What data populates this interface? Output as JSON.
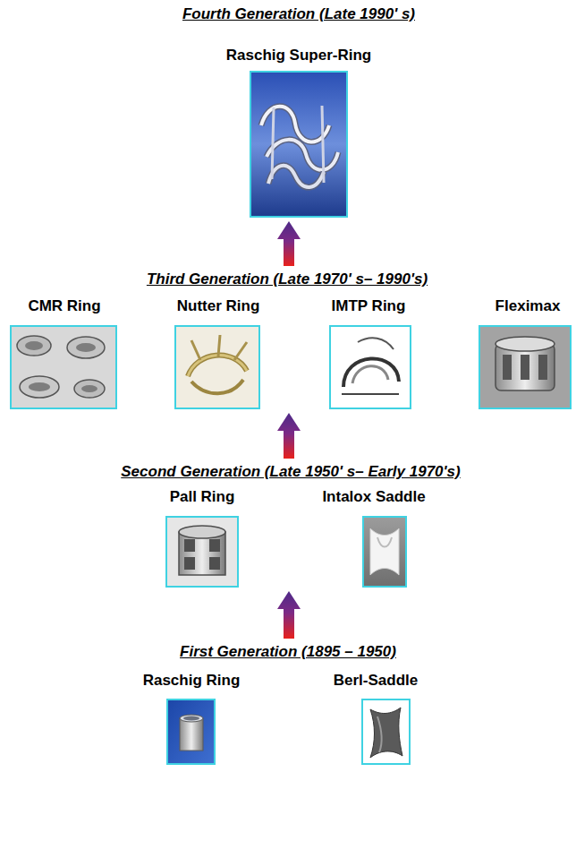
{
  "diagram": {
    "nodes": [
      {
        "text": [
          "Fourth Generation (Late 1990' s)"
        ]
      },
      {
        "text": [
          "Raschig Super-Ring"
        ],
        "in": 0
      },
      {
        "text": [
          "Third Generation (Late 1970' s– 1990's)"
        ]
      },
      {
        "text": [
          "CMR Ring"
        ],
        "in": 2
      },
      {
        "text": [
          "Nutter Ring"
        ],
        "in": 2
      },
      {
        "text": [
          "IMTP Ring"
        ],
        "in": 2
      },
      {
        "text": [
          "Fleximax"
        ],
        "in": 2
      },
      {
        "text": [
          "Second Generation (Late 1950' s– Early 1970's)"
        ]
      },
      {
        "text": [
          "Pall Ring"
        ],
        "in": 7
      },
      {
        "text": [
          "Intalox Saddle"
        ],
        "in": 7
      },
      {
        "text": [
          "First Generation (1895 – 1950)"
        ]
      },
      {
        "text": [
          "Raschig Ring"
        ],
        "in": 10
      },
      {
        "text": [
          "Berl-Saddle"
        ],
        "in": 10
      }
    ],
    "edges": [
      {
        "from": 10,
        "to": 7,
        "arrow": "to"
      },
      {
        "from": 7,
        "to": 2,
        "arrow": "to"
      },
      {
        "from": 2,
        "to": 0,
        "arrow": "to"
      }
    ]
  }
}
